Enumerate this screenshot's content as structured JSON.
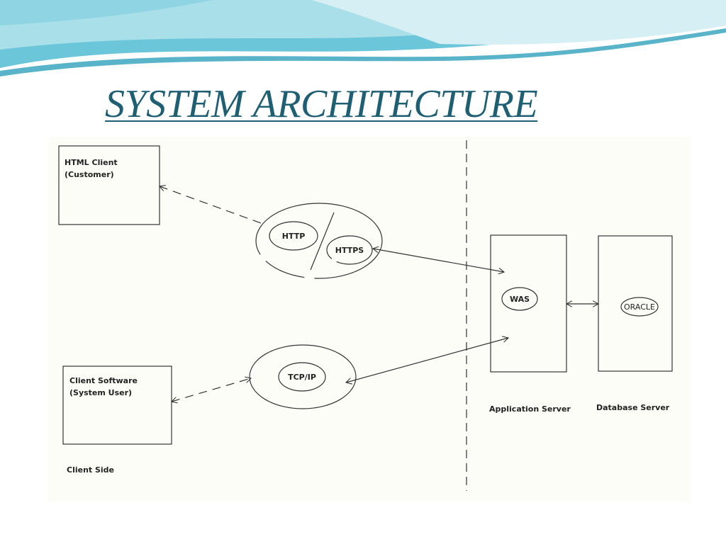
{
  "slide": {
    "title": "SYSTEM ARCHITECTURE"
  },
  "diagram": {
    "html_client": {
      "line1": "HTML Client",
      "line2": "(Customer)"
    },
    "client_software": {
      "line1": "Client Software",
      "line2": "(System User)"
    },
    "protocols": {
      "http": "HTTP",
      "https": "HTTPS",
      "tcpip": "TCP/IP"
    },
    "was": "WAS",
    "oracle": "ORACLE",
    "application_server": "Application Server",
    "database_server": "Database Server",
    "client_side": "Client Side"
  },
  "colors": {
    "title": "#1f5f73",
    "header_wave_dark": "#4fb8d0",
    "header_wave_light": "#a8dfe9",
    "line": "#333333"
  }
}
